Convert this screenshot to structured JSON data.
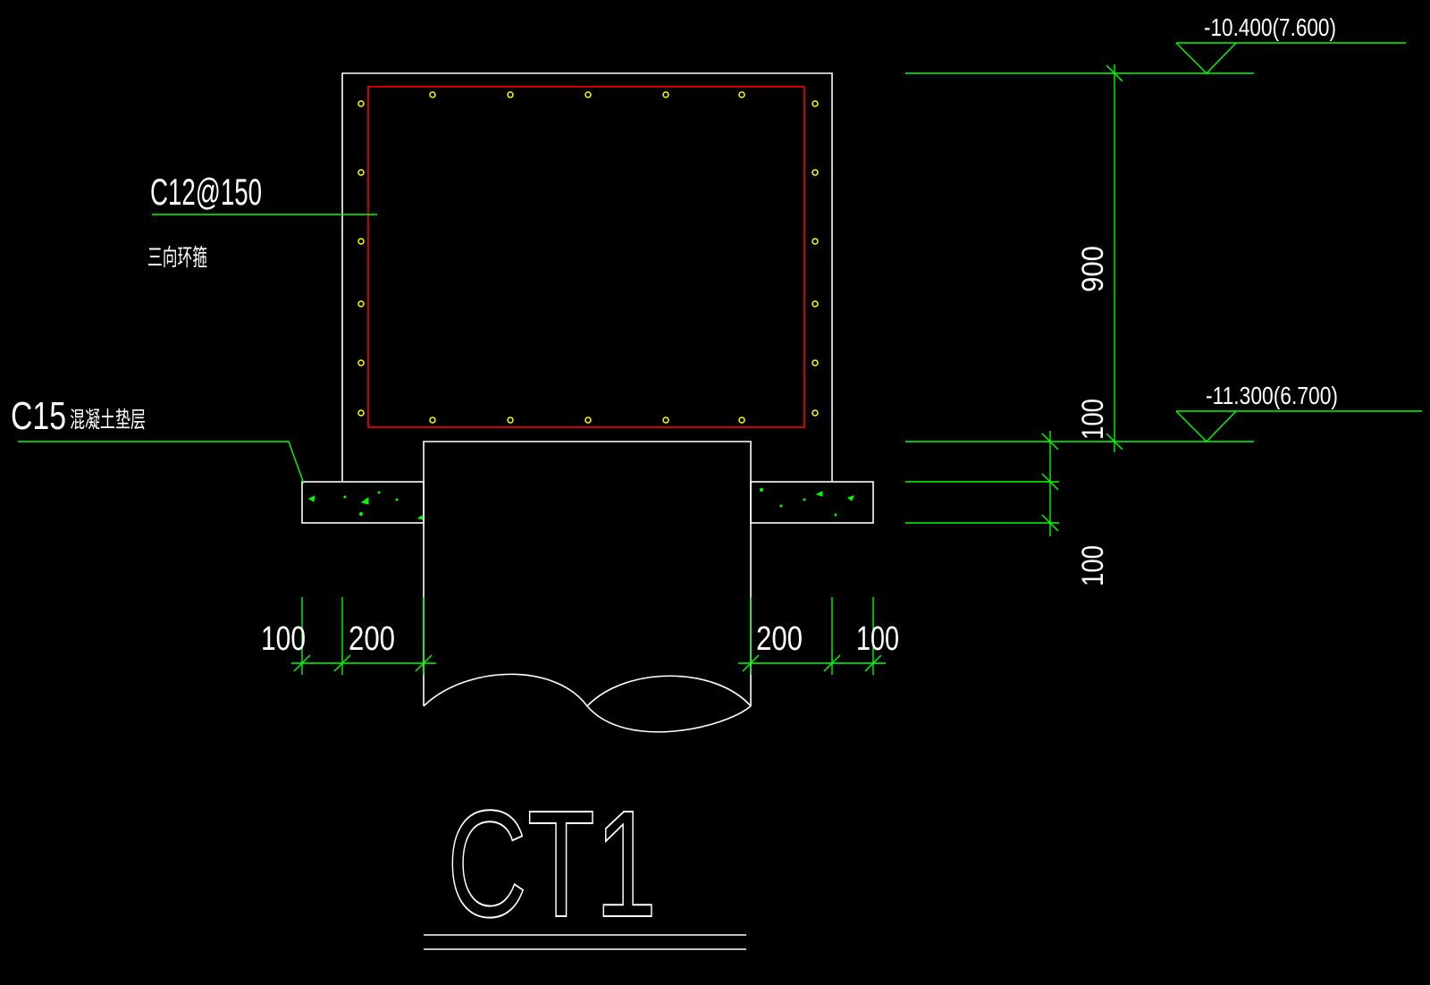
{
  "drawing": {
    "title": "CT1",
    "colors": {
      "background": "#000000",
      "outline": "#ffffff",
      "dimension": "#00ff00",
      "rebar_cage": "#ff0000",
      "rebar_dot": "#ffff00"
    }
  },
  "annotations": {
    "rebar_spec": "C12@150",
    "rebar_note": "三向环箍",
    "cushion_grade": "C15",
    "cushion_note": "混凝土垫层"
  },
  "elevations": {
    "top": "-10.400(7.600)",
    "bottom": "-11.300(6.700)"
  },
  "dimensions": {
    "height_main": "900",
    "height_upper": "100",
    "height_lower": "100",
    "left_outer": "100",
    "left_inner": "200",
    "right_inner": "200",
    "right_outer": "100"
  }
}
